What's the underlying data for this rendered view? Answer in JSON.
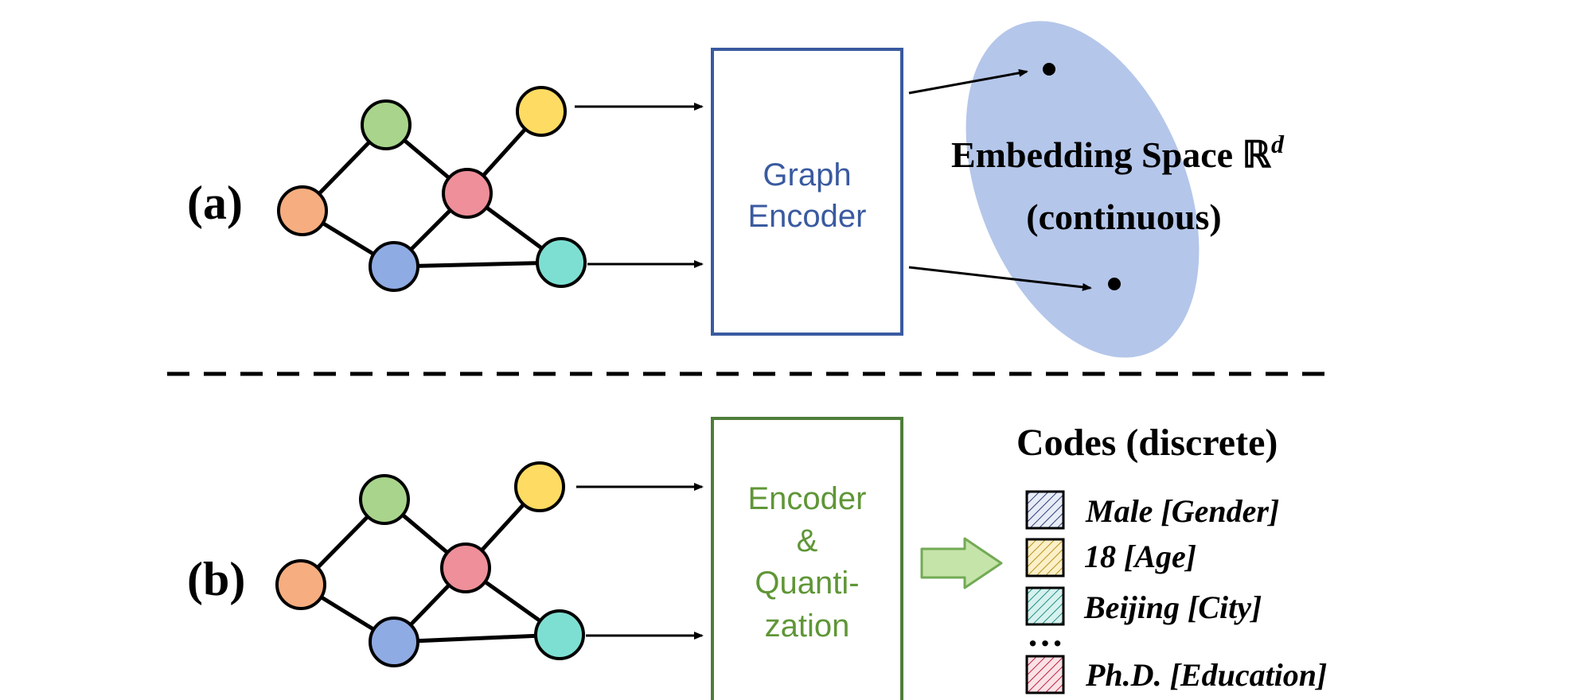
{
  "panel_a": {
    "label": "(a)",
    "encoder_lines": [
      "Graph",
      "Encoder"
    ],
    "space_title": "Embedding Space ℝ",
    "space_sup": "d",
    "space_subtitle": "(continuous)"
  },
  "panel_b": {
    "label": "(b)",
    "encoder_lines": [
      "Encoder",
      "&",
      "Quanti-",
      "zation"
    ],
    "codes_title": "Codes (discrete)",
    "codes": [
      {
        "label": "Male [Gender]",
        "color": "#2f3f7a",
        "fill": "#e7ecf7"
      },
      {
        "label": "18 [Age]",
        "color": "#b8921a",
        "fill": "#fbf0c8"
      },
      {
        "label": "Beijing [City]",
        "color": "#1f8f86",
        "fill": "#d7f2ee"
      },
      {
        "label": "Ph.D. [Education]",
        "color": "#b8243c",
        "fill": "#fbe2e7"
      }
    ],
    "ellipsis": "…"
  },
  "colors": {
    "node_green": "#a8d58b",
    "node_yellow": "#fedb62",
    "node_orange": "#f6ad80",
    "node_pink": "#ee8f99",
    "node_blue": "#8fabe3",
    "node_teal": "#7ddfd2",
    "graph_encoder": "#3a5aa0",
    "quant_encoder": "#4f7e3b",
    "quant_text": "#5f9637",
    "embedding_space": "#b4c6ea",
    "big_arrow_fill": "#c5e4a9",
    "big_arrow_stroke": "#72aa55"
  }
}
